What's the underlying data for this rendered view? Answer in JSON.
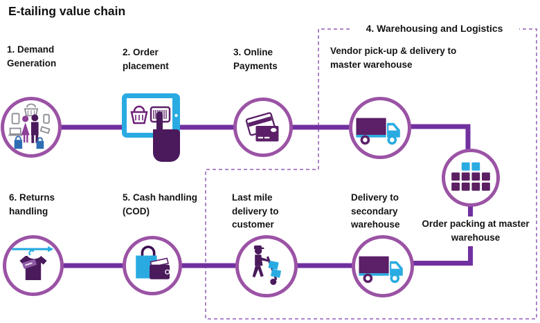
{
  "title": "E-tailing value chain",
  "section": {
    "label": "4. Warehousing and Logistics"
  },
  "steps": [
    {
      "id": "demand-generation",
      "label": "1. Demand Generation",
      "icon": "shoppers-icon"
    },
    {
      "id": "order-placement",
      "label": "2. Order placement",
      "icon": "tablet-order-icon"
    },
    {
      "id": "online-payments",
      "label": "3. Online Payments",
      "icon": "credit-cards-icon"
    },
    {
      "id": "vendor-pickup-delivery",
      "label": "Vendor pick-up & delivery to master warehouse",
      "icon": "truck-icon"
    },
    {
      "id": "order-packing",
      "label": "Order packing at master warehouse",
      "icon": "packed-boxes-icon"
    },
    {
      "id": "delivery-secondary-warehouse",
      "label": "Delivery to secondary warehouse",
      "icon": "truck-icon"
    },
    {
      "id": "last-mile-delivery",
      "label": "Last mile delivery to customer",
      "icon": "hand-truck-icon"
    },
    {
      "id": "cash-handling",
      "label": "5. Cash handling (COD)",
      "icon": "bag-wallet-icon"
    },
    {
      "id": "returns-handling",
      "label": "6. Returns handling",
      "icon": "shirt-hanger-icon"
    }
  ],
  "colors": {
    "ring_purple": "#9b53a5",
    "connector_purple": "#71309f",
    "dashed_border_purple": "#ac84ca",
    "icon_dark_purple": "#4a1a5c",
    "icon_plum_purple": "#5b2068",
    "icon_cyan": "#29abe2",
    "icon_blue": "#2e6db4",
    "icon_gray": "#8f8f98",
    "tag_light_purple": "#8e5ba6",
    "text": "#141414",
    "background": "#ffffff"
  }
}
